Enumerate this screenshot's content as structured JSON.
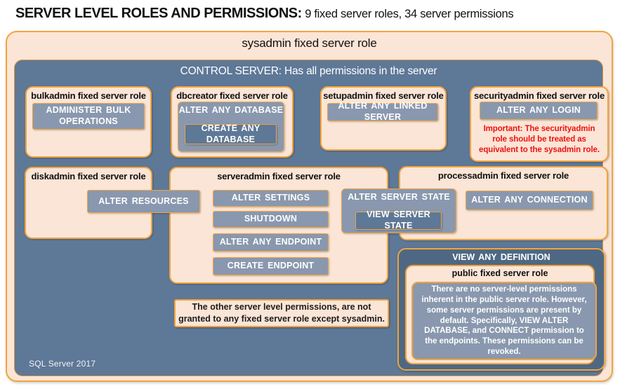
{
  "page": {
    "title_bold": "SERVER LEVEL ROLES AND PERMISSIONS:",
    "title_rest": " 9 fixed server roles, 34 server permissions"
  },
  "sysadmin": {
    "label": "sysadmin fixed server role"
  },
  "control_server": {
    "label": "CONTROL SERVER: Has all permissions in the server",
    "footer": "SQL Server 2017"
  },
  "roles": {
    "bulkadmin": {
      "title": "bulkadmin fixed server role",
      "permission": "ADMINISTER BULK OPERATIONS"
    },
    "dbcreator": {
      "title": "dbcreator fixed server role",
      "outer_permission": "ALTER ANY DATABASE",
      "inner_permission": "CREATE ANY DATABASE"
    },
    "setupadmin": {
      "title": "setupadmin fixed server role",
      "permission": "ALTER ANY LINKED SERVER"
    },
    "securityadmin": {
      "title": "securityadmin fixed server role",
      "permission": "ALTER ANY LOGIN",
      "note": "Important: The securityadmin role should be treated as equivalent to the sysadmin role."
    },
    "diskadmin": {
      "title": "diskadmin fixed server role",
      "permission": "ALTER RESOURCES"
    },
    "serveradmin": {
      "title": "serveradmin fixed server role",
      "permissions": [
        "ALTER SETTINGS",
        "SHUTDOWN",
        "ALTER ANY ENDPOINT",
        "CREATE ENDPOINT"
      ]
    },
    "server_state": {
      "outer_permission": "ALTER SERVER STATE",
      "inner_permission": "VIEW SERVER STATE"
    },
    "processadmin": {
      "title": "processadmin fixed server role",
      "permission": "ALTER ANY CONNECTION"
    },
    "public": {
      "container_label": "VIEW ANY DEFINITION",
      "title": "public fixed server role",
      "note": "There are no server-level permissions inherent in the public server role. However, some server permissions are present by default. Specifically, VIEW ALTER DATABASE, and CONNECT permission to the endpoints. These permissions can be revoked."
    }
  },
  "footnote": "The other server level permissions, are not granted to any fixed server role except sysadmin.",
  "colors": {
    "peach": "#FBE5D6",
    "gold_border": "#F2A43C",
    "slate_blue": "#5E7897",
    "slate_light": "#8998AE",
    "slate_dark": "#4E6883",
    "note_red": "#EE1111"
  }
}
